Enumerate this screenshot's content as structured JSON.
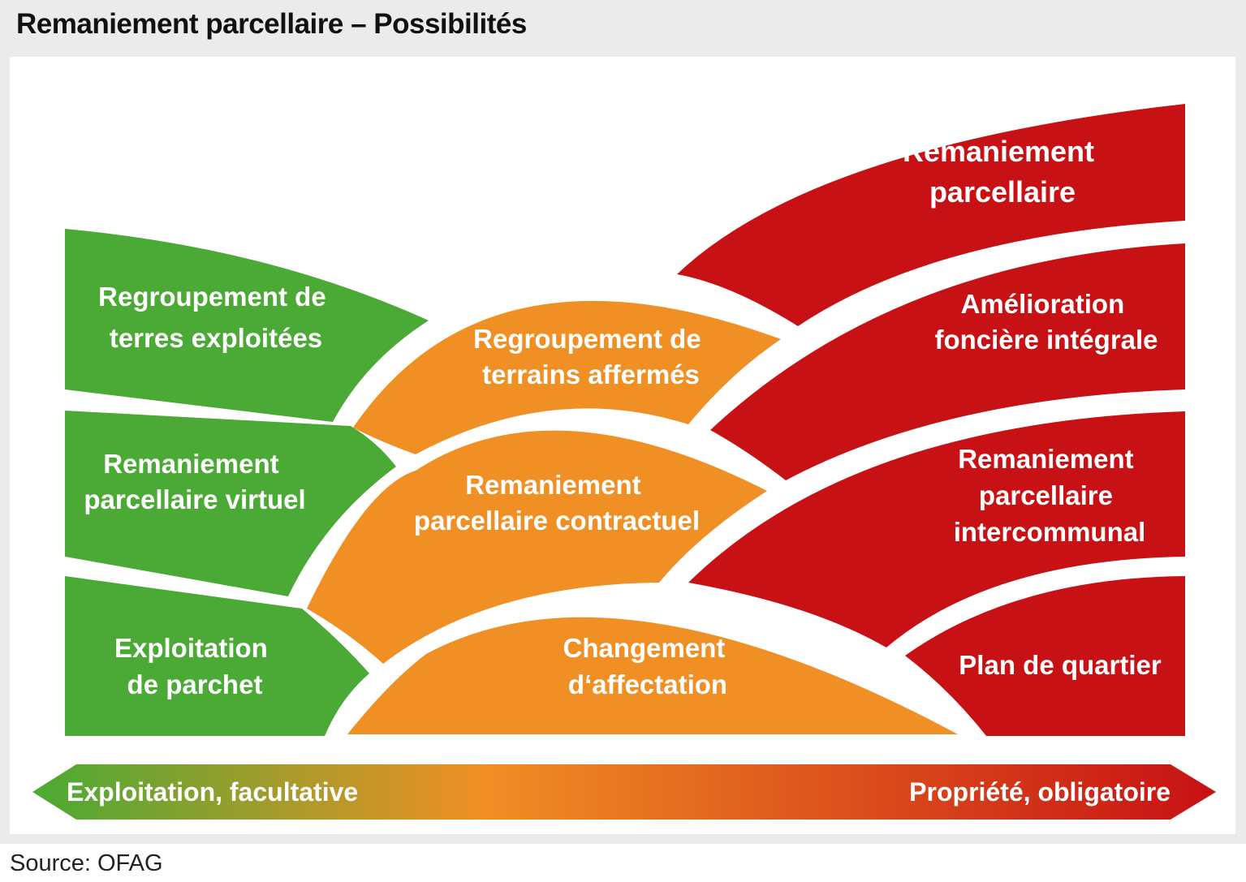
{
  "title": "Remaniement parcellaire – Possibilités",
  "source": "Source: OFAG",
  "colors": {
    "green": "#4aaa35",
    "orange": "#f08f24",
    "red": "#c71114",
    "background": "#ebebeb",
    "panel": "#ffffff"
  },
  "columns": {
    "green": {
      "items": [
        [
          "Regroupement de",
          "terres exploitées"
        ],
        [
          "Remaniement",
          "parcellaire virtuel"
        ],
        [
          "Exploitation",
          "de parchet"
        ]
      ]
    },
    "orange": {
      "items": [
        [
          "Regroupement de",
          "terrains affermés"
        ],
        [
          "Remaniement",
          "parcellaire contractuel"
        ],
        [
          "Changement",
          "d‘affectation"
        ]
      ]
    },
    "red": {
      "items": [
        [
          "Remaniement",
          "parcellaire"
        ],
        [
          "Amélioration",
          "foncière intégrale"
        ],
        [
          "Remaniement",
          "parcellaire",
          "intercommunal"
        ],
        [
          "Plan de quartier"
        ]
      ]
    }
  },
  "arrow": {
    "left_label": "Exploitation, facultative",
    "right_label": "Propriété, obligatoire",
    "gradient": [
      "#4aaa35",
      "#f08f24",
      "#c71114"
    ]
  }
}
